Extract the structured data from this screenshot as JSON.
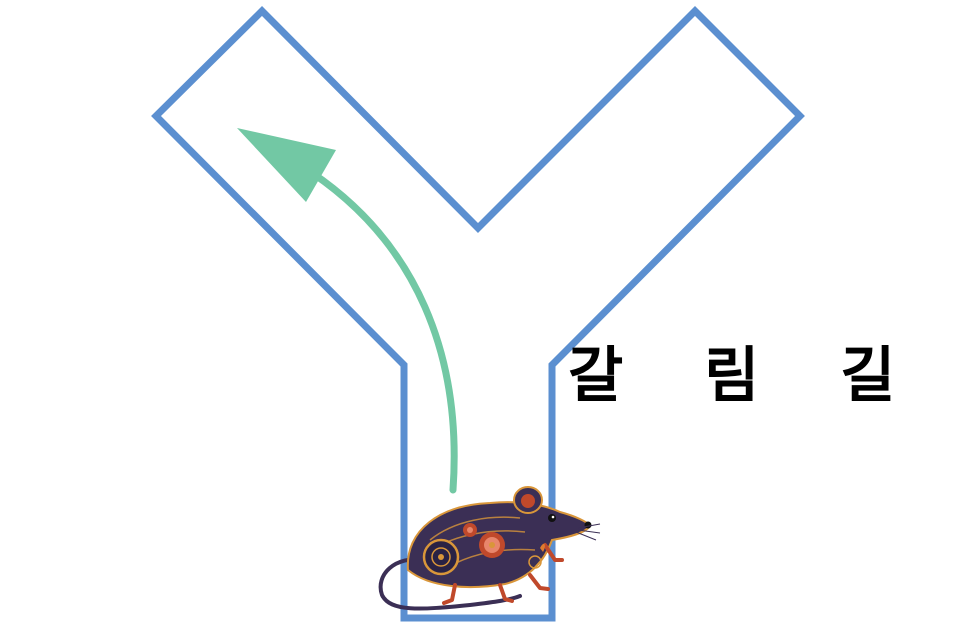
{
  "label": "갈 림 길",
  "colors": {
    "maze_outline": "#5b8fd0",
    "arrow": "#72c8a4",
    "mouse_body": "#3b2f55",
    "mouse_accent": "#c0492b",
    "mouse_gold": "#d9963a"
  },
  "icons": {
    "mouse": "decorated-mouse-illustration",
    "arrow": "curved-arrow-up-left"
  }
}
